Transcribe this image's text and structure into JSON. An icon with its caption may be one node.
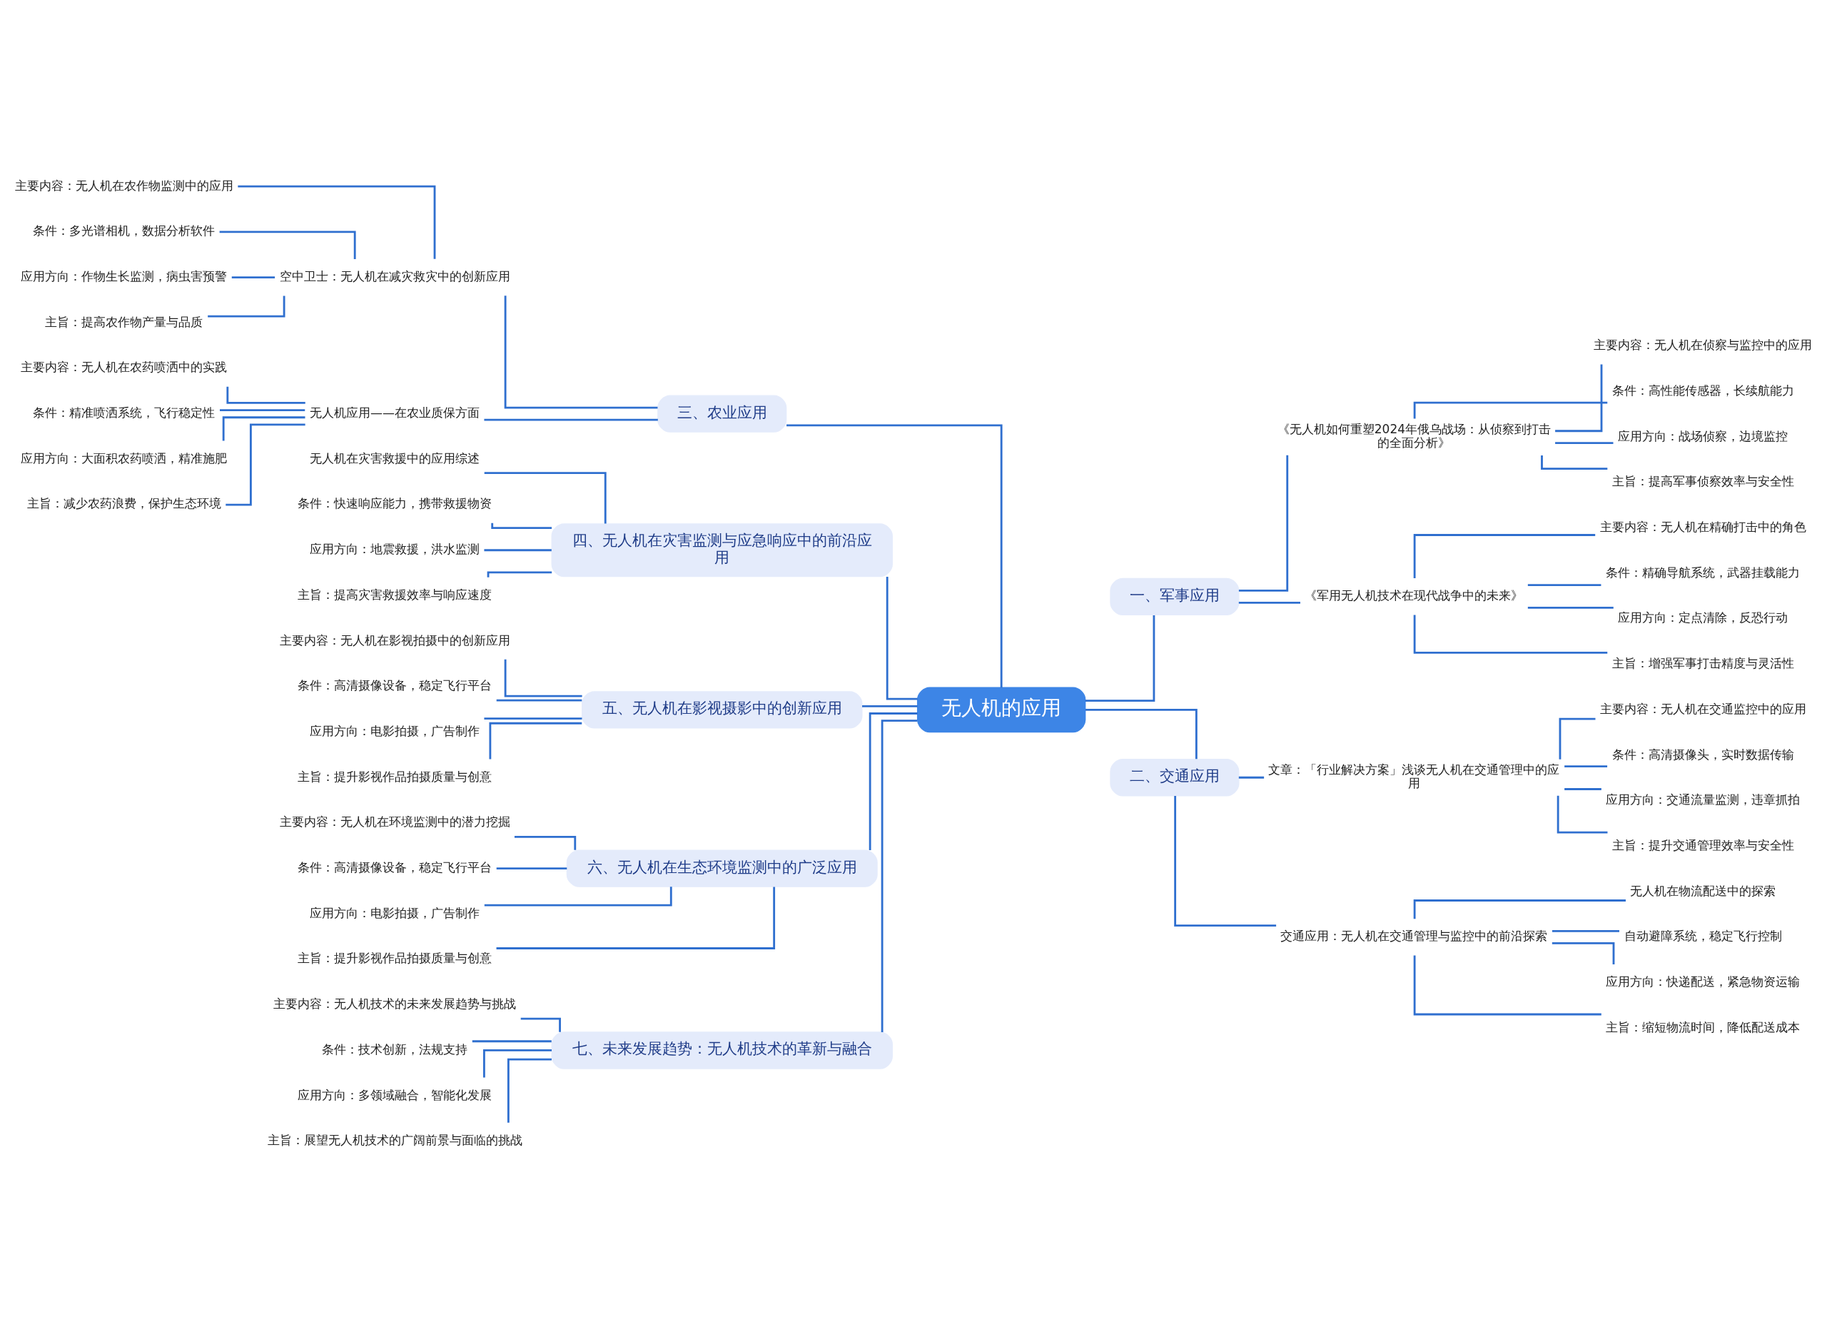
{
  "diagram": {
    "nodes": [
      {
        "text": [
          "无人机的应用"
        ]
      },
      {
        "text": [
          "一、军事应用"
        ]
      },
      {
        "text": [
          "《无人机如何重塑2024年俄乌战场：从侦察到打击的全面分析》"
        ]
      },
      {
        "text": [
          "主要内容：无人机在侦察与监控中的应用"
        ]
      },
      {
        "text": [
          "条件：高性能传感器，长续航能力"
        ]
      },
      {
        "text": [
          "应用方向：战场侦察，边境监控"
        ]
      },
      {
        "text": [
          "主旨：提高军事侦察效率与安全性"
        ]
      },
      {
        "text": [
          "《军用无人机技术在现代战争中的未来》"
        ]
      },
      {
        "text": [
          "主要内容：无人机在精确打击中的角色"
        ]
      },
      {
        "text": [
          "条件：精确导航系统，武器挂载能力"
        ]
      },
      {
        "text": [
          "应用方向：定点清除，反恐行动"
        ]
      },
      {
        "text": [
          "主旨：增强军事打击精度与灵活性"
        ]
      },
      {
        "text": [
          "二、交通应用"
        ]
      },
      {
        "text": [
          "文章：「行业解决方案」浅谈无人机在交通管理中的应用"
        ]
      },
      {
        "text": [
          "主要内容：无人机在交通监控中的应用"
        ]
      },
      {
        "text": [
          "条件：高清摄像头，实时数据传输"
        ]
      },
      {
        "text": [
          "应用方向：交通流量监测，违章抓拍"
        ]
      },
      {
        "text": [
          "主旨：提升交通管理效率与安全性"
        ]
      },
      {
        "text": [
          "交通应用：无人机在交通管理与监控中的前沿探索"
        ]
      },
      {
        "text": [
          "无人机在物流配送中的探索"
        ]
      },
      {
        "text": [
          "自动避障系统，稳定飞行控制"
        ]
      },
      {
        "text": [
          "应用方向：快递配送，紧急物资运输"
        ]
      },
      {
        "text": [
          "主旨：缩短物流时间，降低配送成本"
        ]
      },
      {
        "text": [
          "三、农业应用"
        ]
      },
      {
        "text": [
          "空中卫士：无人机在减灾救灾中的创新应用"
        ]
      },
      {
        "text": [
          "主要内容：无人机在农作物监测中的应用"
        ]
      },
      {
        "text": [
          "条件：多光谱相机，数据分析软件"
        ]
      },
      {
        "text": [
          "应用方向：作物生长监测，病虫害预警"
        ]
      },
      {
        "text": [
          "主旨：提高农作物产量与品质"
        ]
      },
      {
        "text": [
          "无人机应用——在农业质保方面"
        ]
      },
      {
        "text": [
          "主要内容：无人机在农药喷洒中的实践"
        ]
      },
      {
        "text": [
          "条件：精准喷洒系统，飞行稳定性"
        ]
      },
      {
        "text": [
          "应用方向：大面积农药喷洒，精准施肥"
        ]
      },
      {
        "text": [
          "主旨：减少农药浪费，保护生态环境"
        ]
      },
      {
        "text": [
          "四、无人机在灾害监测与应急响应中的前沿应用"
        ]
      },
      {
        "text": [
          "无人机在灾害救援中的应用综述"
        ]
      },
      {
        "text": [
          "条件：快速响应能力，携带救援物资"
        ]
      },
      {
        "text": [
          "应用方向：地震救援，洪水监测"
        ]
      },
      {
        "text": [
          "主旨：提高灾害救援效率与响应速度"
        ]
      },
      {
        "text": [
          "五、无人机在影视摄影中的创新应用"
        ]
      },
      {
        "text": [
          "主要内容：无人机在影视拍摄中的创新应用"
        ]
      },
      {
        "text": [
          "条件：高清摄像设备，稳定飞行平台"
        ]
      },
      {
        "text": [
          "应用方向：电影拍摄，广告制作"
        ]
      },
      {
        "text": [
          "主旨：提升影视作品拍摄质量与创意"
        ]
      },
      {
        "text": [
          "六、无人机在生态环境监测中的广泛应用"
        ]
      },
      {
        "text": [
          "主要内容：无人机在环境监测中的潜力挖掘"
        ]
      },
      {
        "text": [
          "条件：高清摄像设备，稳定飞行平台"
        ]
      },
      {
        "text": [
          "应用方向：电影拍摄，广告制作"
        ]
      },
      {
        "text": [
          "主旨：提升影视作品拍摄质量与创意"
        ]
      },
      {
        "text": [
          "七、未来发展趋势：无人机技术的革新与融合"
        ]
      },
      {
        "text": [
          "主要内容：无人机技术的未来发展趋势与挑战"
        ]
      },
      {
        "text": [
          "条件：技术创新，法规支持"
        ]
      },
      {
        "text": [
          "应用方向：多领域融合，智能化发展"
        ]
      },
      {
        "text": [
          "主旨：展望无人机技术的广阔前景与面临的挑战"
        ]
      }
    ],
    "edges": [
      {
        "from": 0,
        "to": 1,
        "arrow": "none"
      },
      {
        "from": 1,
        "to": 2,
        "arrow": "none"
      },
      {
        "from": 2,
        "to": 3,
        "arrow": "none"
      },
      {
        "from": 2,
        "to": 4,
        "arrow": "none"
      },
      {
        "from": 2,
        "to": 5,
        "arrow": "none"
      },
      {
        "from": 2,
        "to": 6,
        "arrow": "none"
      },
      {
        "from": 1,
        "to": 7,
        "arrow": "none"
      },
      {
        "from": 7,
        "to": 8,
        "arrow": "none"
      },
      {
        "from": 7,
        "to": 9,
        "arrow": "none"
      },
      {
        "from": 7,
        "to": 10,
        "arrow": "none"
      },
      {
        "from": 7,
        "to": 11,
        "arrow": "none"
      },
      {
        "from": 0,
        "to": 12,
        "arrow": "none"
      },
      {
        "from": 12,
        "to": 13,
        "arrow": "none"
      },
      {
        "from": 13,
        "to": 14,
        "arrow": "none"
      },
      {
        "from": 13,
        "to": 15,
        "arrow": "none"
      },
      {
        "from": 13,
        "to": 16,
        "arrow": "none"
      },
      {
        "from": 13,
        "to": 17,
        "arrow": "none"
      },
      {
        "from": 12,
        "to": 18,
        "arrow": "none"
      },
      {
        "from": 18,
        "to": 19,
        "arrow": "none"
      },
      {
        "from": 18,
        "to": 20,
        "arrow": "none"
      },
      {
        "from": 18,
        "to": 21,
        "arrow": "none"
      },
      {
        "from": 18,
        "to": 22,
        "arrow": "none"
      },
      {
        "from": 0,
        "to": 23,
        "arrow": "none"
      },
      {
        "from": 23,
        "to": 24,
        "arrow": "none"
      },
      {
        "from": 24,
        "to": 25,
        "arrow": "none"
      },
      {
        "from": 24,
        "to": 26,
        "arrow": "none"
      },
      {
        "from": 24,
        "to": 27,
        "arrow": "none"
      },
      {
        "from": 24,
        "to": 28,
        "arrow": "none"
      },
      {
        "from": 23,
        "to": 29,
        "arrow": "none"
      },
      {
        "from": 29,
        "to": 30,
        "arrow": "none"
      },
      {
        "from": 29,
        "to": 31,
        "arrow": "none"
      },
      {
        "from": 29,
        "to": 32,
        "arrow": "none"
      },
      {
        "from": 29,
        "to": 33,
        "arrow": "none"
      },
      {
        "from": 0,
        "to": 34,
        "arrow": "none"
      },
      {
        "from": 34,
        "to": 35,
        "arrow": "none"
      },
      {
        "from": 34,
        "to": 36,
        "arrow": "none"
      },
      {
        "from": 34,
        "to": 37,
        "arrow": "none"
      },
      {
        "from": 34,
        "to": 38,
        "arrow": "none"
      },
      {
        "from": 0,
        "to": 39,
        "arrow": "none"
      },
      {
        "from": 39,
        "to": 40,
        "arrow": "none"
      },
      {
        "from": 39,
        "to": 41,
        "arrow": "none"
      },
      {
        "from": 39,
        "to": 42,
        "arrow": "none"
      },
      {
        "from": 39,
        "to": 43,
        "arrow": "none"
      },
      {
        "from": 0,
        "to": 44,
        "arrow": "none"
      },
      {
        "from": 44,
        "to": 45,
        "arrow": "none"
      },
      {
        "from": 44,
        "to": 46,
        "arrow": "none"
      },
      {
        "from": 44,
        "to": 47,
        "arrow": "none"
      },
      {
        "from": 44,
        "to": 48,
        "arrow": "none"
      },
      {
        "from": 0,
        "to": 49,
        "arrow": "none"
      },
      {
        "from": 49,
        "to": 50,
        "arrow": "none"
      },
      {
        "from": 49,
        "to": 51,
        "arrow": "none"
      },
      {
        "from": 49,
        "to": 52,
        "arrow": "none"
      },
      {
        "from": 49,
        "to": 53,
        "arrow": "none"
      }
    ]
  }
}
